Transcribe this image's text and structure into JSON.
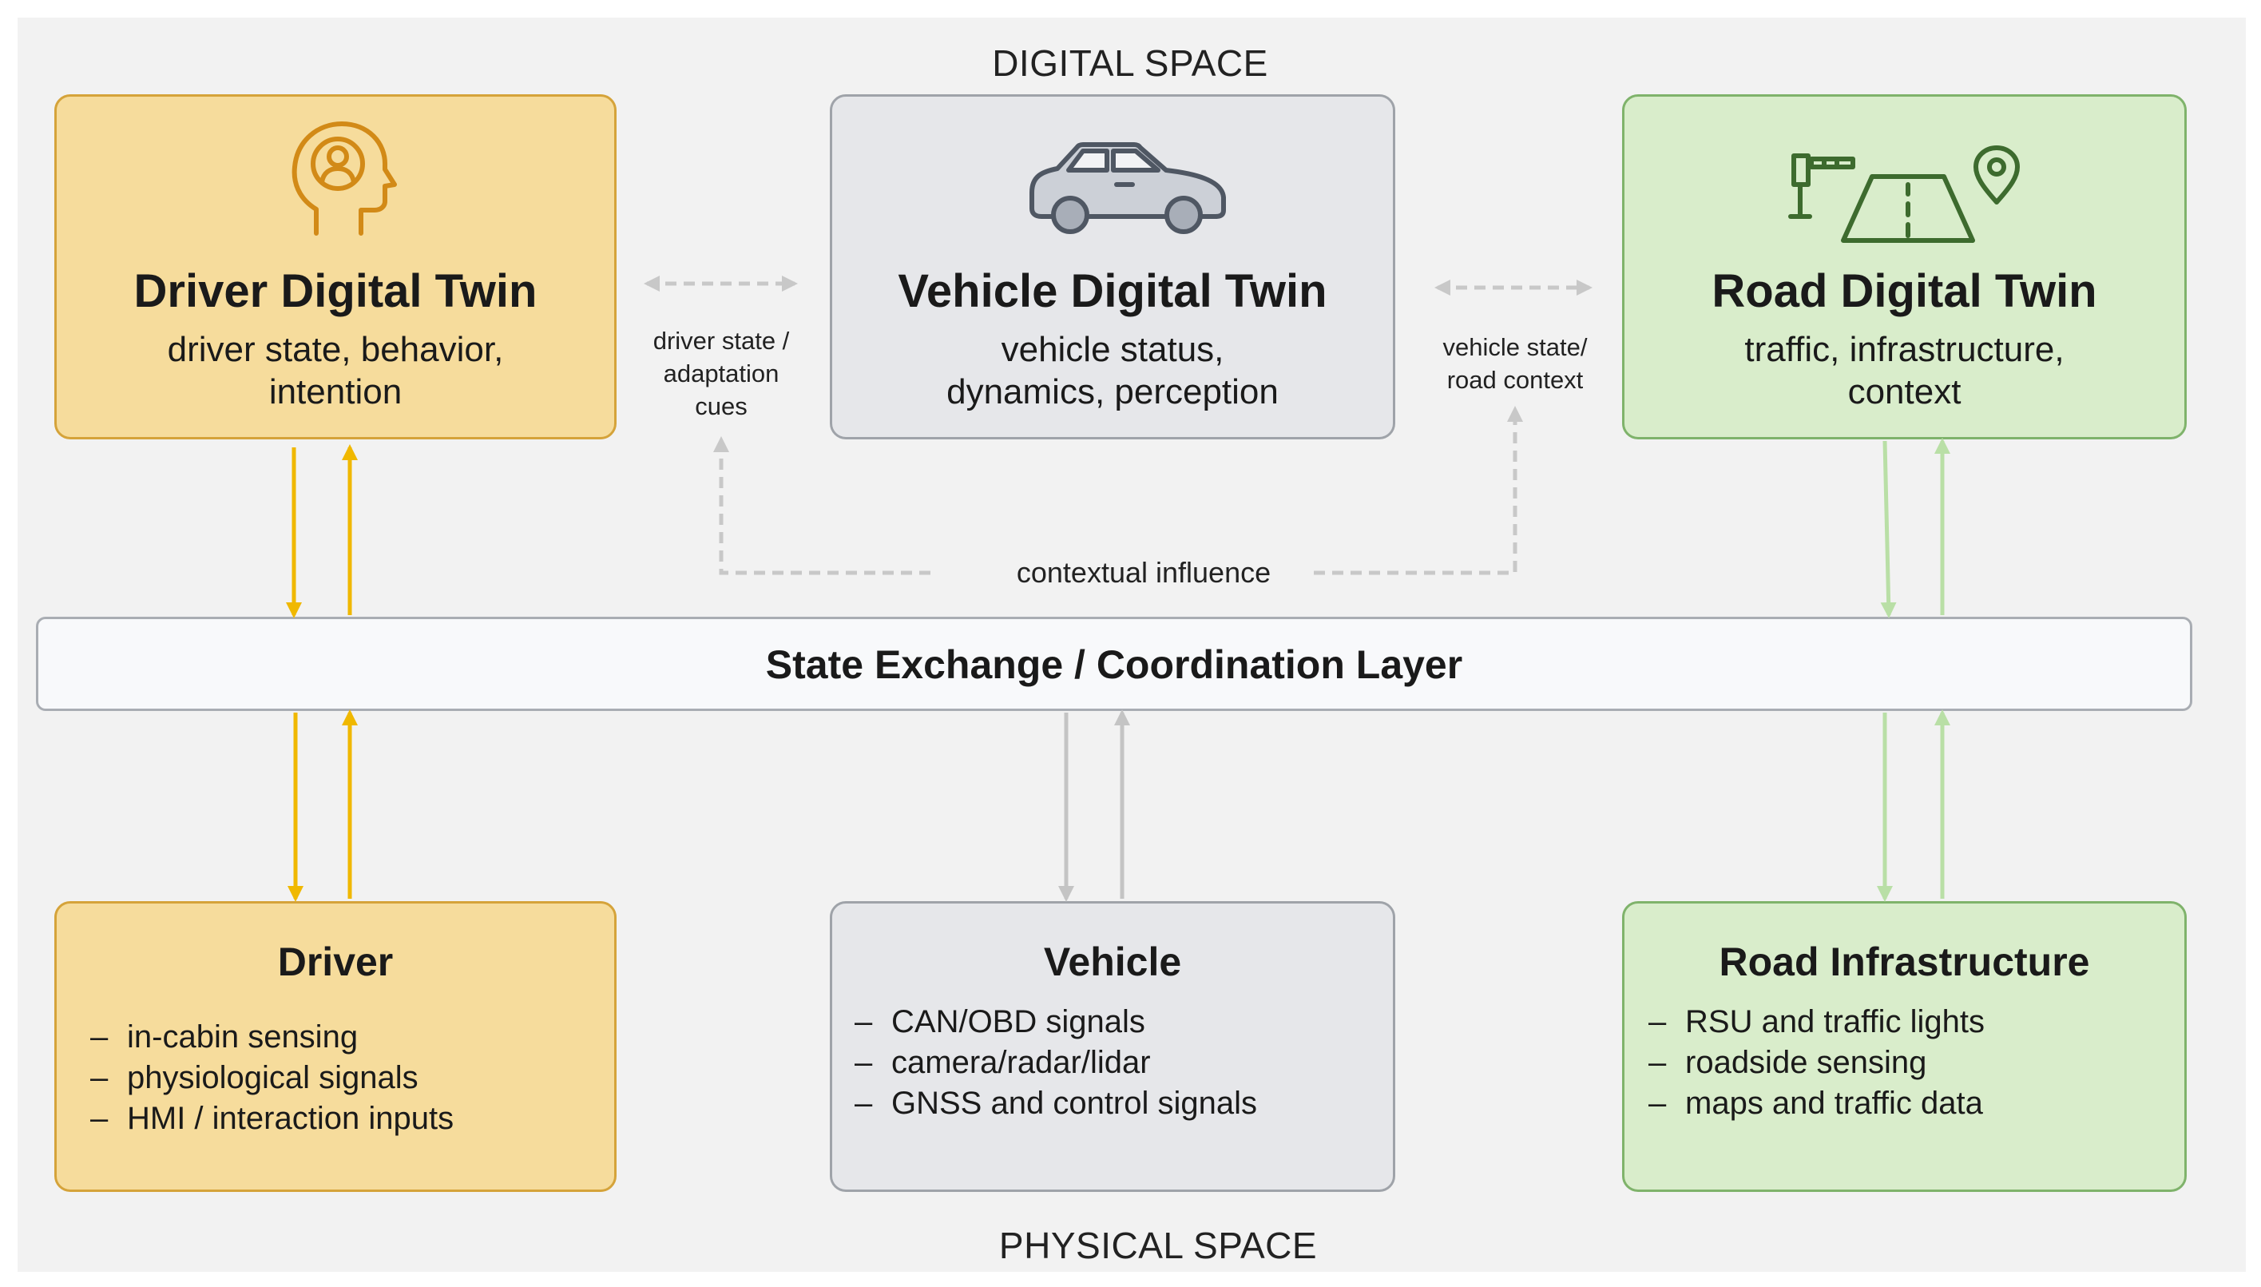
{
  "spaces": {
    "digital": "DIGITAL SPACE",
    "physical": "PHYSICAL SPACE"
  },
  "twins": {
    "driver": {
      "title": "Driver Digital Twin",
      "sub_lines": [
        "driver state, behavior,",
        "intention"
      ],
      "icon": "driver-head-icon"
    },
    "vehicle": {
      "title": "Vehicle Digital Twin",
      "sub_lines": [
        "vehicle status,",
        "dynamics, perception"
      ],
      "icon": "car-icon"
    },
    "road": {
      "title": "Road Digital Twin",
      "sub_lines": [
        "traffic, infrastructure,",
        "context"
      ],
      "icon": "road-infrastructure-icon"
    }
  },
  "links": {
    "driver_vehicle_lines": [
      "driver state /",
      "adaptation",
      "cues"
    ],
    "vehicle_road_lines": [
      "vehicle state/",
      "road context"
    ],
    "contextual": "contextual influence"
  },
  "layer": {
    "title": "State Exchange / Coordination Layer"
  },
  "physical": {
    "driver": {
      "title": "Driver",
      "items": [
        "in-cabin sensing",
        "physiological signals",
        "HMI / interaction inputs"
      ]
    },
    "vehicle": {
      "title": "Vehicle",
      "items": [
        "CAN/OBD signals",
        "camera/radar/lidar",
        "GNSS and control signals"
      ]
    },
    "road": {
      "title": "Road Infrastructure",
      "items": [
        "RSU and traffic lights",
        "roadside sensing",
        "maps and traffic data"
      ]
    }
  },
  "list_dash": "–",
  "colors": {
    "driver_fill": "#f6dc9c",
    "driver_border": "#d5a33a",
    "driver_arrow": "#f0b800",
    "vehicle_fill": "#e6e7ea",
    "vehicle_border": "#9fa3a9",
    "vehicle_arrow": "#c4c4c4",
    "road_fill": "#d9edcb",
    "road_border": "#7fb36b",
    "road_arrow": "#b9dfa6",
    "dashed_arrow": "#c8c8c8"
  }
}
